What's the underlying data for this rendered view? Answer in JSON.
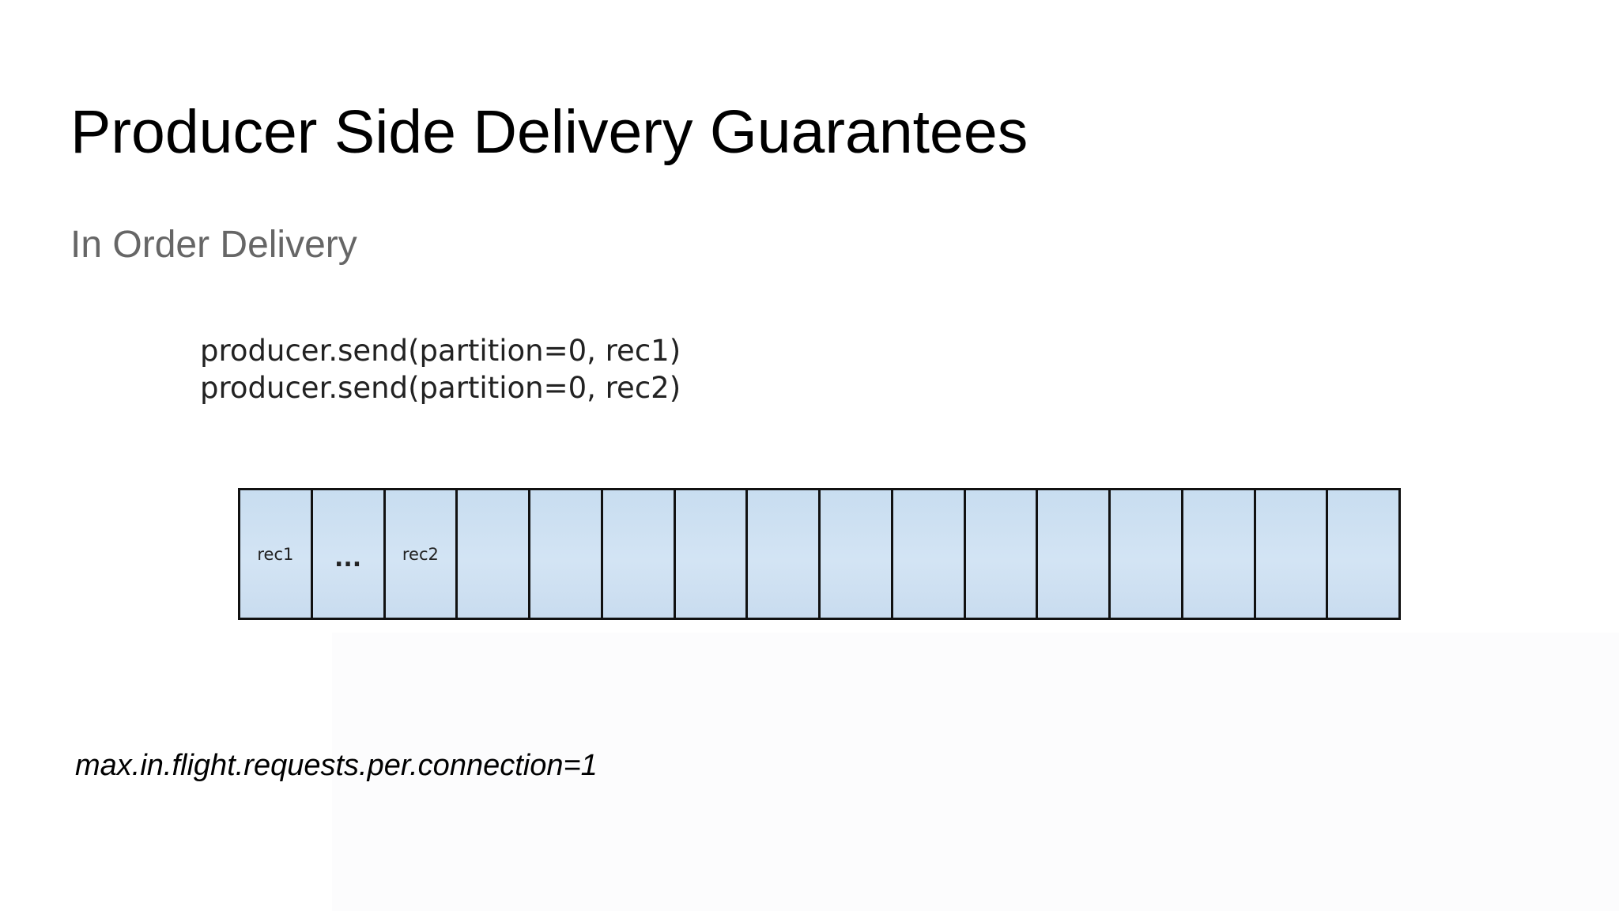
{
  "slide": {
    "title": "Producer Side Delivery Guarantees",
    "subtitle": "In Order Delivery",
    "code_lines": [
      "producer.send(partition=0, rec1)",
      "producer.send(partition=0, rec2)"
    ],
    "footnote": "max.in.flight.requests.per.connection=1"
  },
  "partition_log": {
    "cells": [
      "rec1",
      "...",
      "rec2",
      "",
      "",
      "",
      "",
      "",
      "",
      "",
      "",
      "",
      "",
      "",
      "",
      ""
    ],
    "cell_color": "#cfe2f3",
    "border_color": "#111111"
  }
}
